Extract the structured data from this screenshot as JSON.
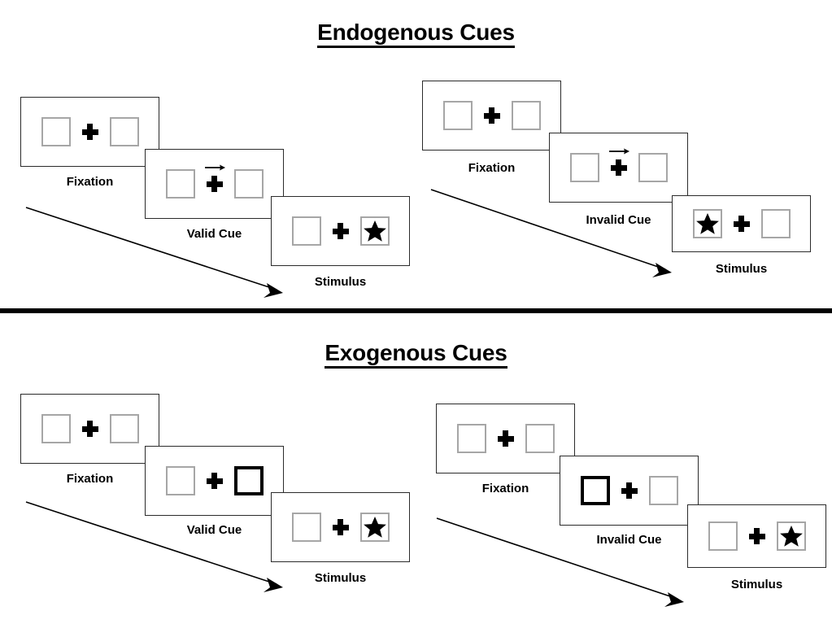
{
  "figure": {
    "background": "#ffffff",
    "line_color": "#2b2b2b",
    "box_color": "#a6a6a6",
    "cue_color": "#000000"
  },
  "sections": [
    {
      "id": "endogenous",
      "title": "Endogenous Cues",
      "groups": [
        {
          "id": "endogenous-valid",
          "frames": [
            {
              "id": "fixation",
              "caption": "Fixation",
              "left_box": "empty",
              "right_box": "empty",
              "cue": "none",
              "arrow_dir": ""
            },
            {
              "id": "valid-cue",
              "caption": "Valid Cue",
              "left_box": "empty",
              "right_box": "empty",
              "cue": "arrow",
              "arrow_dir": "right"
            },
            {
              "id": "stimulus",
              "caption": "Stimulus",
              "left_box": "empty",
              "right_box": "star",
              "cue": "none",
              "arrow_dir": ""
            }
          ]
        },
        {
          "id": "endogenous-invalid",
          "frames": [
            {
              "id": "fixation",
              "caption": "Fixation",
              "left_box": "empty",
              "right_box": "empty",
              "cue": "none",
              "arrow_dir": ""
            },
            {
              "id": "invalid-cue",
              "caption": "Invalid Cue",
              "left_box": "empty",
              "right_box": "empty",
              "cue": "arrow",
              "arrow_dir": "right"
            },
            {
              "id": "stimulus",
              "caption": "Stimulus",
              "left_box": "star",
              "right_box": "empty",
              "cue": "none",
              "arrow_dir": ""
            }
          ]
        }
      ]
    },
    {
      "id": "exogenous",
      "title": "Exogenous Cues",
      "groups": [
        {
          "id": "exogenous-valid",
          "frames": [
            {
              "id": "fixation",
              "caption": "Fixation",
              "left_box": "empty",
              "right_box": "empty",
              "cue": "none",
              "arrow_dir": ""
            },
            {
              "id": "valid-cue",
              "caption": "Valid Cue",
              "left_box": "empty",
              "right_box": "highlight",
              "cue": "box-right",
              "arrow_dir": ""
            },
            {
              "id": "stimulus",
              "caption": "Stimulus",
              "left_box": "empty",
              "right_box": "star",
              "cue": "none",
              "arrow_dir": ""
            }
          ]
        },
        {
          "id": "exogenous-invalid",
          "frames": [
            {
              "id": "fixation",
              "caption": "Fixation",
              "left_box": "empty",
              "right_box": "empty",
              "cue": "none",
              "arrow_dir": ""
            },
            {
              "id": "invalid-cue",
              "caption": "Invalid Cue",
              "left_box": "highlight",
              "right_box": "empty",
              "cue": "box-left",
              "arrow_dir": ""
            },
            {
              "id": "stimulus",
              "caption": "Stimulus",
              "left_box": "empty",
              "right_box": "star",
              "cue": "none",
              "arrow_dir": ""
            }
          ]
        }
      ]
    }
  ],
  "time_arrows": [
    {
      "id": "endogenous-valid-time-arrow",
      "label": ""
    },
    {
      "id": "endogenous-invalid-time-arrow",
      "label": ""
    },
    {
      "id": "exogenous-valid-time-arrow",
      "label": ""
    },
    {
      "id": "exogenous-invalid-time-arrow",
      "label": ""
    }
  ],
  "icons": {
    "fixation_cross": "fixation-cross-icon",
    "cue_arrow": "cue-arrow-icon",
    "star": "star-icon",
    "time_arrow": "time-arrow-icon"
  }
}
